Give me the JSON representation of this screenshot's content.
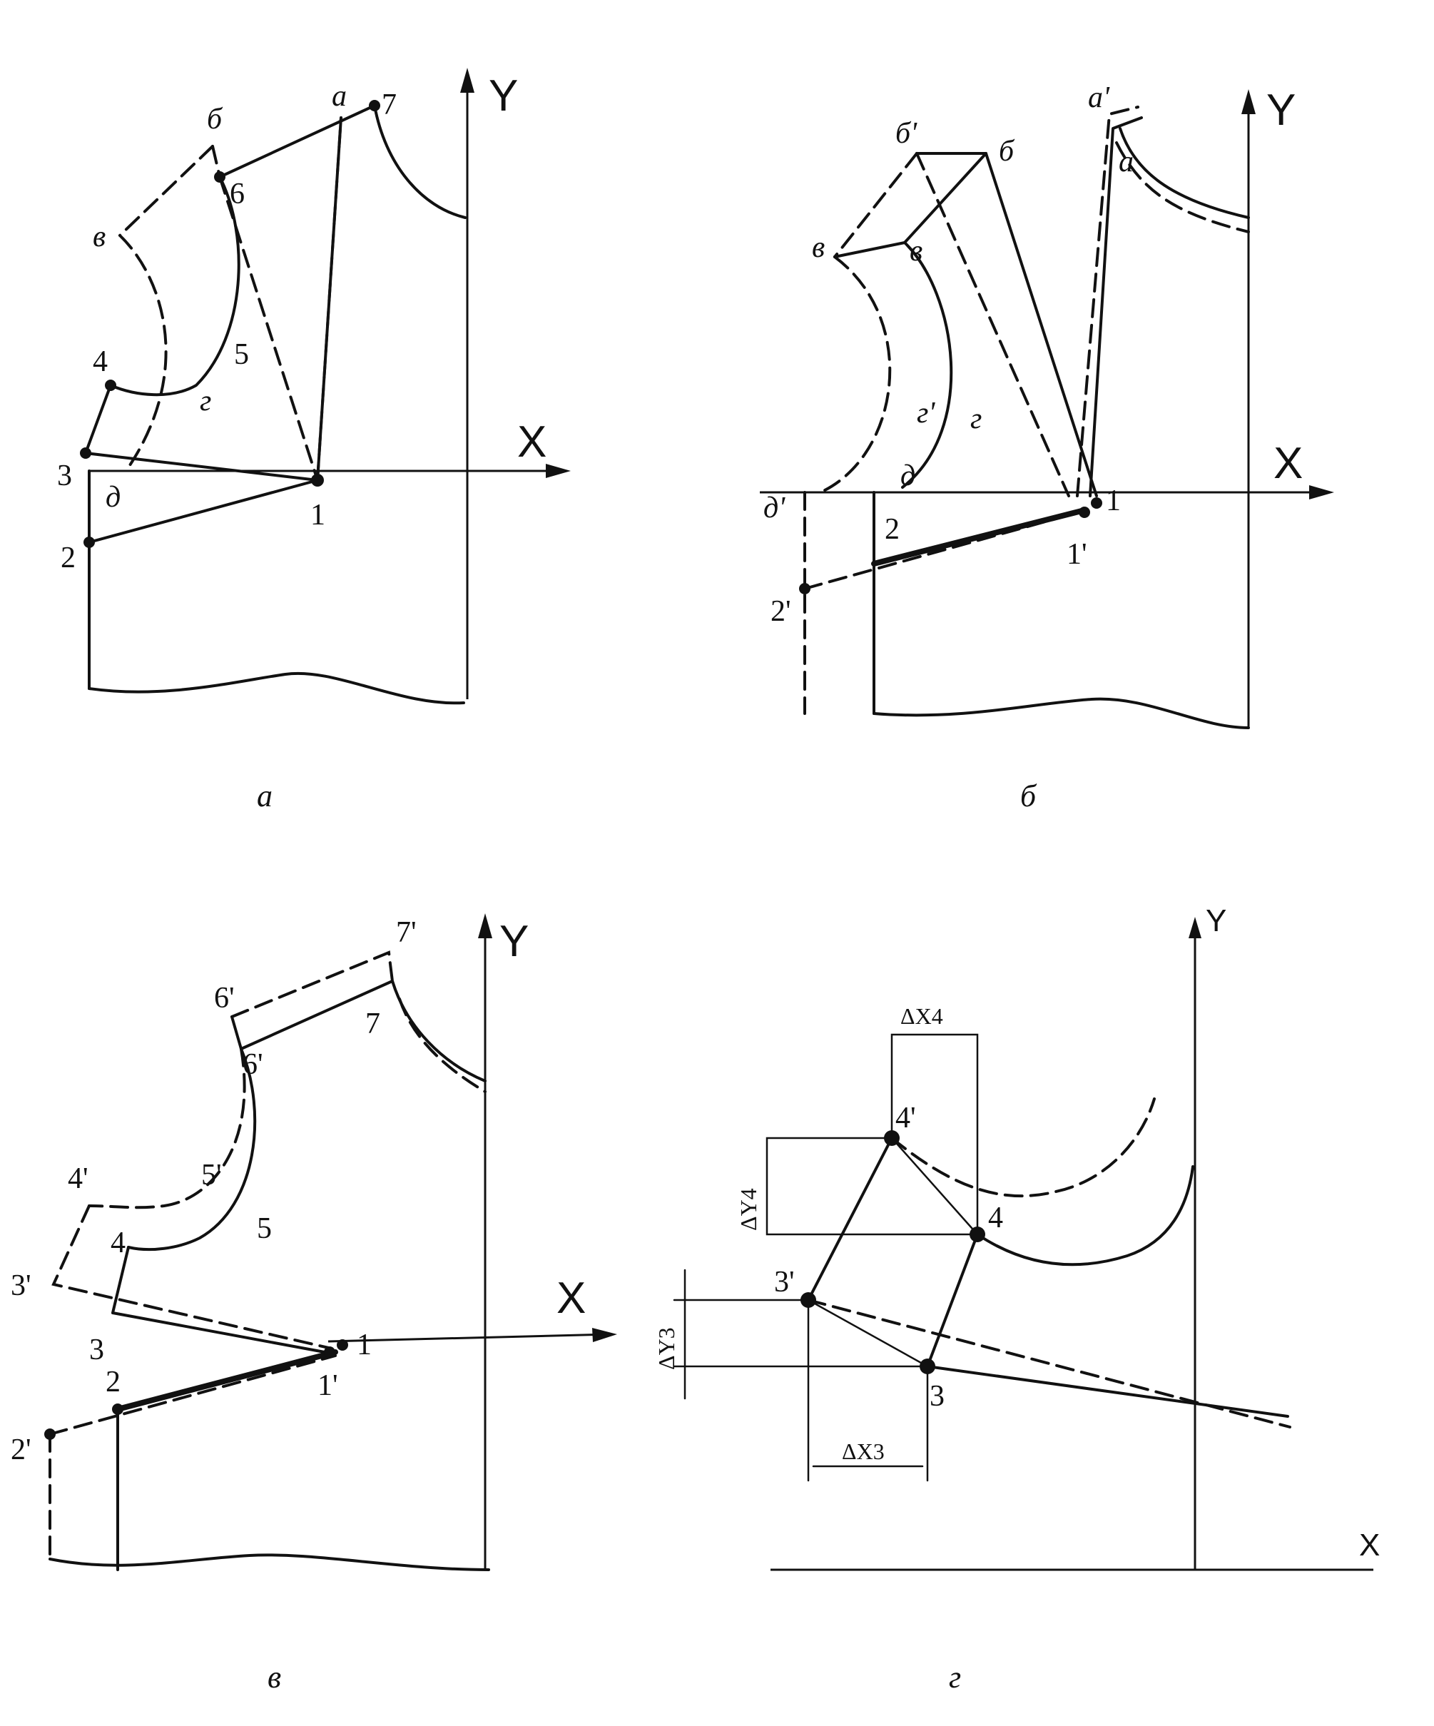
{
  "panels": {
    "a": {
      "caption": "а",
      "axis_x": "X",
      "axis_y": "Y",
      "points": [
        "1",
        "2",
        "3",
        "4",
        "5",
        "6",
        "7"
      ],
      "letters": [
        "а",
        "б",
        "в",
        "г",
        "д"
      ]
    },
    "b": {
      "caption": "б",
      "axis_x": "X",
      "axis_y": "Y",
      "points": [
        "1",
        "1'",
        "2",
        "2'"
      ],
      "letters": [
        "а",
        "а'",
        "б",
        "б'",
        "в",
        "в",
        "г",
        "г'",
        "д",
        "д'"
      ]
    },
    "v": {
      "caption": "в",
      "axis_x": "X",
      "axis_y": "Y",
      "points": [
        "1",
        "1'",
        "2",
        "2'",
        "3",
        "3'",
        "4",
        "4'",
        "5",
        "5'",
        "6'",
        "6'",
        "7",
        "7'"
      ]
    },
    "g": {
      "caption": "г",
      "axis_x": "X",
      "axis_y": "Y",
      "points": [
        "3",
        "3'",
        "4",
        "4'"
      ],
      "dims": [
        "ΔX4",
        "ΔY4",
        "ΔY3",
        "ΔX3"
      ]
    }
  }
}
